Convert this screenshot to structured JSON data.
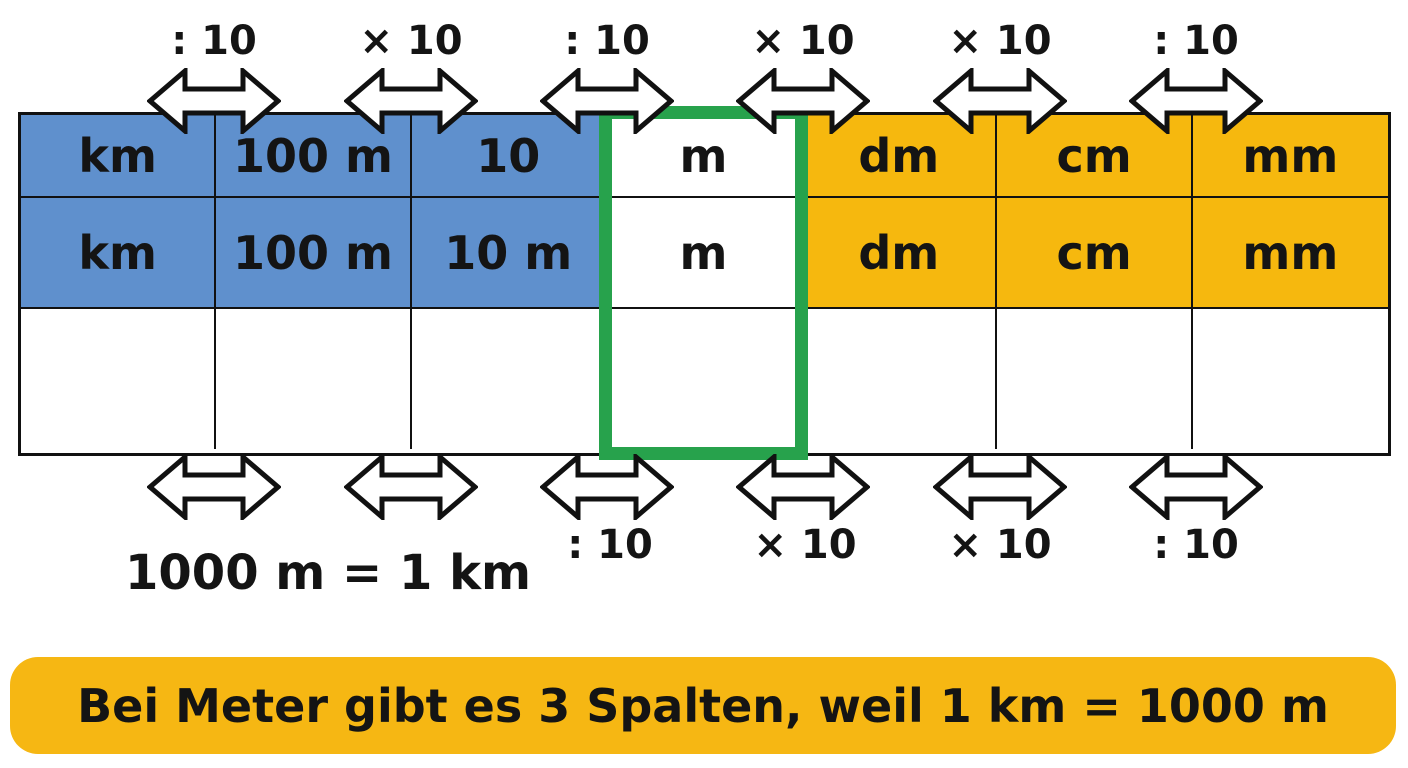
{
  "unit_table": {
    "rows": [
      {
        "cells": [
          "km",
          "100 m",
          "10",
          "m",
          "dm",
          "cm",
          "mm"
        ]
      },
      {
        "cells": [
          "km",
          "100 m",
          "10 m",
          "m",
          "dm",
          "cm",
          "mm"
        ]
      },
      {
        "cells": [
          "",
          "",
          "",
          "",
          "",
          "",
          ""
        ]
      }
    ],
    "highlighted_column_label": "m"
  },
  "top_conversion_labels": [
    ": 10",
    "× 10",
    ": 10",
    "× 10",
    "× 10",
    ": 10"
  ],
  "bottom_conversion_labels": [
    ": 10",
    "× 10",
    "× 10",
    ": 10"
  ],
  "note_text": "1000 m = 1 km",
  "banner_text": "Bei Meter gibt es 3 Spalten, weil 1 km = 1000 m",
  "icons": {
    "double_arrow": "⇔"
  },
  "colors": {
    "blue_cells": "#5f90cd",
    "orange_cells": "#f6b80e",
    "highlight_green": "#27a24c",
    "banner_yellow": "#f6b713",
    "line_black": "#111111",
    "background": "#ffffff"
  }
}
